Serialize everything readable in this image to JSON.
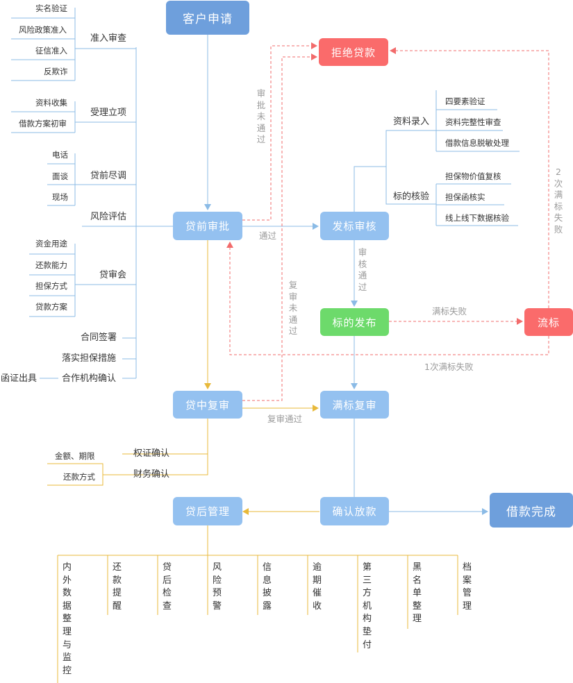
{
  "nodes": {
    "apply": "客户申请",
    "reject": "拒绝贷款",
    "pre_approval": "贷前审批",
    "bid_review": "发标审核",
    "publish": "标的发布",
    "failed": "流标",
    "mid_review": "贷中复审",
    "full_review": "满标复审",
    "post_mgmt": "贷后管理",
    "confirm_loan": "确认放款",
    "done": "借款完成"
  },
  "left_tree": {
    "admission": {
      "label": "准入审查",
      "items": [
        "实名验证",
        "风险政策准入",
        "征信准入",
        "反欺诈"
      ]
    },
    "acceptance": {
      "label": "受理立项",
      "items": [
        "资料收集",
        "借款方案初审"
      ]
    },
    "due_diligence": {
      "label": "贷前尽调",
      "items": [
        "电话",
        "面谈",
        "现场"
      ]
    },
    "risk": {
      "label": "风险评估"
    },
    "committee": {
      "label": "贷审会",
      "items": [
        "资金用途",
        "还款能力",
        "担保方式",
        "贷款方案"
      ]
    },
    "contract": "合同签署",
    "guarantee": "落实担保措施",
    "coop_confirm": "合作机构确认",
    "letter": "函证出具"
  },
  "right_tree": {
    "data_entry": {
      "label": "资料录入",
      "items": [
        "四要素验证",
        "资料完整性审查",
        "借款信息脱敏处理"
      ]
    },
    "verify": {
      "label": "标的核验",
      "items": [
        "担保物价值复核",
        "担保函核实",
        "线上线下数据核验"
      ]
    }
  },
  "mid_tree": {
    "rights": "权证确认",
    "finance": "财务确认",
    "items": [
      "金额、期限",
      "还款方式"
    ]
  },
  "edges": {
    "pass": "通过",
    "review_pass": "审核通过",
    "not_pass": "审批未通过",
    "recheck_not_pass": "复审未通过",
    "full_fail": "满标失败",
    "first_fail": "1次满标失败",
    "second_fail": "2次满标失败",
    "recheck_pass": "复审通过"
  },
  "post_items": [
    "内外数据整理与监控",
    "还款提醒",
    "贷后检查",
    "风险预警",
    "信息披露",
    "逾期催收",
    "第三方机构垫付",
    "黑名单整理",
    "档案管理"
  ],
  "colors": {
    "blue_line": "#8bbbe6",
    "gold_line": "#e8b93a",
    "red_dash": "#f26b6b",
    "dark_node": "#6e9fdc",
    "light_node": "#94c1f0",
    "red_node": "#fa6b6b",
    "green_node": "#6dda6b"
  }
}
